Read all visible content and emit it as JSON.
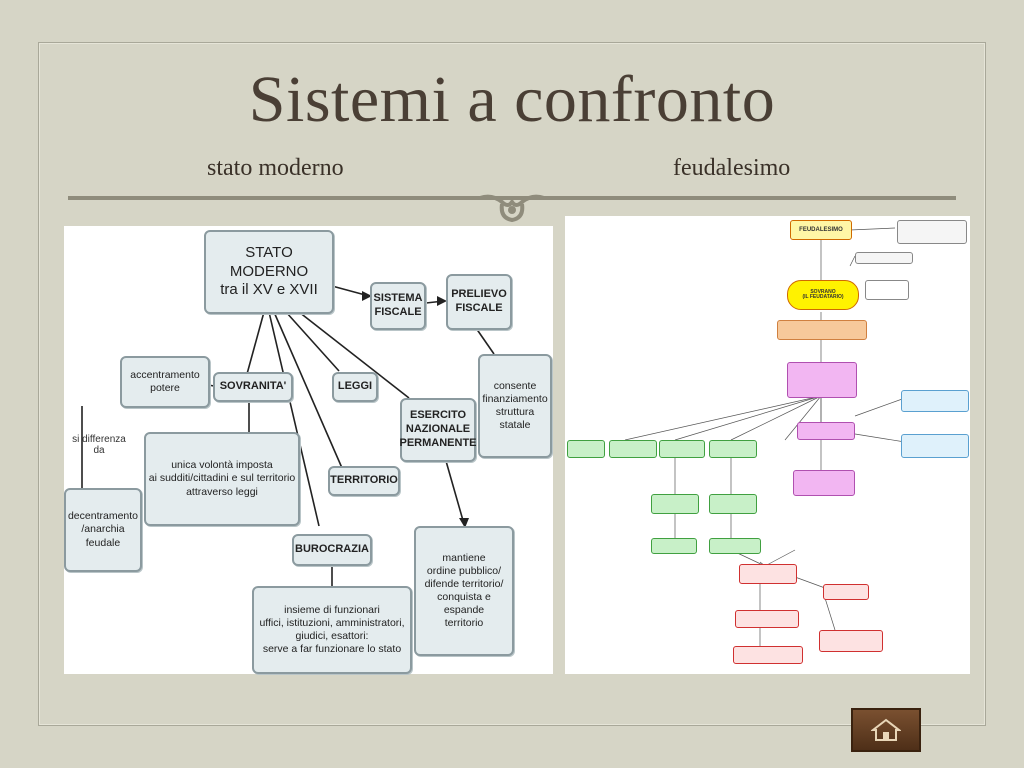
{
  "slide": {
    "title": "Sistemi a confronto",
    "subtitle_left": "stato moderno",
    "subtitle_right": "feudalesimo"
  },
  "left_map": {
    "root": "STATO MODERNO\ntra il XV e XVII",
    "sistema_fiscale": "SISTEMA\nFISCALE",
    "prelievo_fiscale": "PRELIEVO\nFISCALE",
    "consente": "consente\nfinanziamento\nstruttura\nstatale",
    "accentramento": "accentramento\npotere",
    "sovranita": "SOVRANITA'",
    "leggi": "LEGGI",
    "esercito": "ESERCITO\nNAZIONALE\nPERMANENTE",
    "si_differenzia": "si differenza\nda",
    "decentramento": "decentramento\n/anarchia\nfeudale",
    "unica_volonta": "unica volontà imposta\nai sudditi/cittadini e sul territorio\nattraverso leggi",
    "territorio": "TERRITORIO",
    "burocrazia": "BUROCRAZIA",
    "mantiene": "mantiene\nordine pubblico/\ndifende territorio/\nconquista e espande\nterritorio",
    "insieme": "insieme di funzionari\nuffici, istituzioni, amministratori,\ngiudici, esattori:\nserve a far funzionare lo stato"
  },
  "right_map": {
    "feudalesimo": "FEUDALESIMO",
    "sovrano": "SOVRANO\n(IL FEUDATARIO)"
  },
  "colors": {
    "background": "#d6d5c6",
    "title": "#4a3f35",
    "node_fill": "#e4ecee",
    "node_border": "#8b9a9f"
  }
}
